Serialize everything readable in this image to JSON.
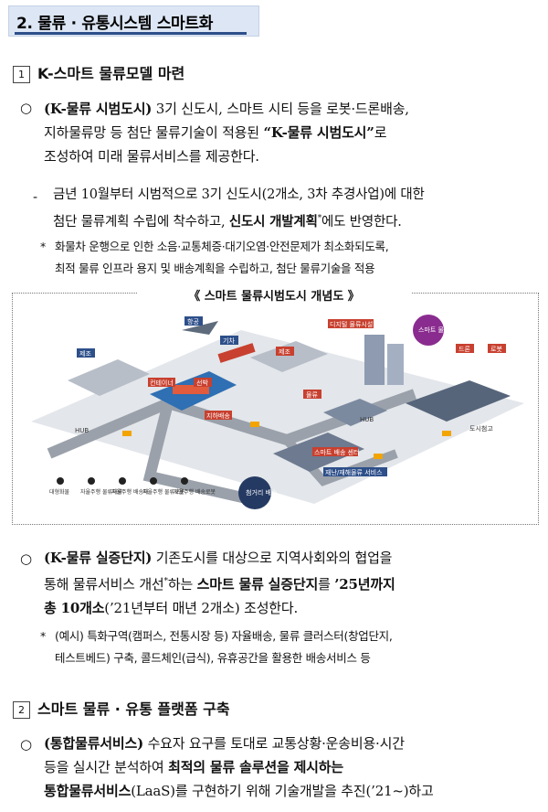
{
  "title": "2. 물류 · 유통시스템 스마트화",
  "section1": {
    "num": "1",
    "heading": "K-스마트 물류모델 마련",
    "p1": {
      "bullet": "○",
      "lead": "(K-물류 시범도시)",
      "l1rest": " 3기 신도시, 스마트 시티 등을 로봇·드론배송,",
      "l2a": "지하물류망 등 첨단 물류기술이 적용된 ",
      "l2b": "“K-물류 시범도시”",
      "l2c": "로",
      "l3": "조성하여 미래 물류서비스를 제공한다."
    },
    "sub1": {
      "dash": "-",
      "l1": "금년 10월부터 시범적으로 3기 신도시(2개소, 3차 추경사업)에 대한",
      "l2a": "첨단 물류계획 수립에 착수하고, ",
      "l2b": "신도시 개발계획",
      "l2sup": "*",
      "l2c": "에도 반영한다."
    },
    "note1": {
      "star": "*",
      "l1": "화물차 운행으로 인한 소음·교통체증·대기오염·안전문제가 최소화되도록,",
      "l2": "최적 물류 인프라 용지 및 배송계획을 수립하고, 첨단 물류기술을 적용"
    },
    "figure_title": "《 스마트 물류시범도시 개념도 》",
    "figure_labels": {
      "airport": "항공",
      "factory": "제조",
      "train": "기차",
      "factory2": "제조",
      "terminal": "컨테이너",
      "port": "선박",
      "hub1": "HUB",
      "hub2": "HUB",
      "underground": "지하배송",
      "digital": "디지털 물류시설",
      "smart": "스마트 물류",
      "drone": "드론",
      "robot": "로봇",
      "storage": "물류",
      "warehouse": "스마트 배송 센터",
      "recycle": "재난/재해물류 서비스",
      "last": "첨거리 배송",
      "city": "도시첨고",
      "legend": [
        "대형화물",
        "자율주행 물류차량",
        "자율주행 배송차",
        "자율주행 물류로봇",
        "자율주행 배송로봇"
      ]
    },
    "p2": {
      "bullet": "○",
      "lead": "(K-물류 실증단지)",
      "l1rest": " 기존도시를 대상으로 지역사회와의 협업을",
      "l2a": "통해 물류서비스 개선",
      "l2sup": "*",
      "l2b": "하는 ",
      "l2c": "스마트 물류 실증단지",
      "l2d": "를 ",
      "l2e": "’25년까지",
      "l3a": "총 10개소",
      "l3b": "(’21년부터 매년 2개소) 조성한다."
    },
    "note2": {
      "star": "*",
      "l1": "(예시) 특화구역(캠퍼스, 전통시장 등) 자율배송, 물류 클러스터(창업단지,",
      "l2": "테스트베드) 구축, 콜드체인(급식), 유휴공간을 활용한 배송서비스 등"
    }
  },
  "section2": {
    "num": "2",
    "heading": "스마트 물류 · 유통 플랫폼 구축",
    "p1": {
      "bullet": "○",
      "lead": "(통합물류서비스)",
      "l1rest": " 수요자 요구를 토대로 교통상황·운송비용·시간",
      "l2a": "등을 실시간 분석하여 ",
      "l2b": "최적의 물류 솔루션을 제시하는",
      "l3a": "통합물류서비스",
      "l3b": "(LaaS)를 구현하기 위해 기술개발을 추진(’21~)하고"
    }
  }
}
